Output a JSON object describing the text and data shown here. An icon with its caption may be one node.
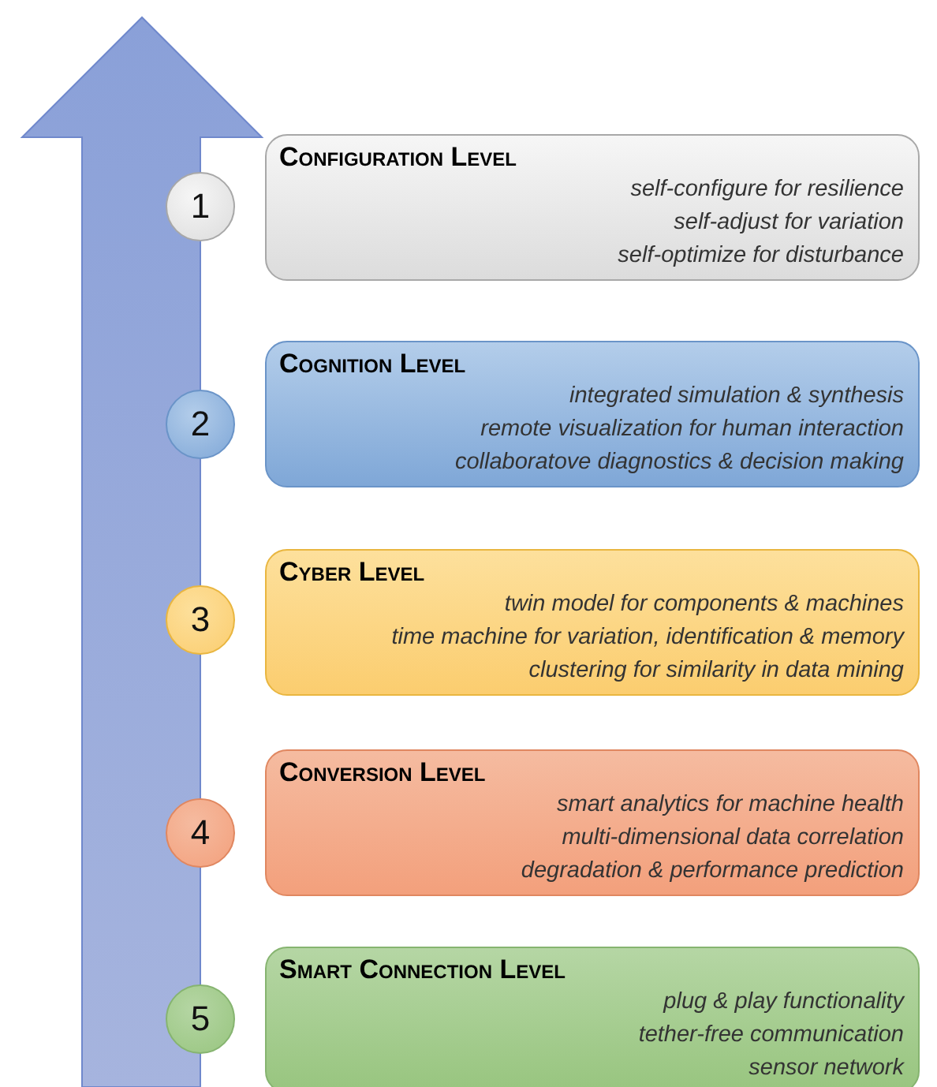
{
  "diagram": {
    "nodes": [
      {
        "text": [
          "1"
        ]
      },
      {
        "text": [
          "Configuration Level",
          "self-configure for resilience",
          "self-adjust for variation",
          "self-optimize for disturbance"
        ]
      },
      {
        "text": [
          "2"
        ]
      },
      {
        "text": [
          "Cognition Level",
          "integrated simulation & synthesis",
          "remote visualization for human interaction",
          "collaboratove diagnostics & decision making"
        ]
      },
      {
        "text": [
          "3"
        ]
      },
      {
        "text": [
          "Cyber Level",
          "twin model for components & machines",
          "time machine for variation, identification & memory",
          "clustering for similarity in data mining"
        ]
      },
      {
        "text": [
          "4"
        ]
      },
      {
        "text": [
          "Conversion Level",
          "smart analytics for machine health",
          "multi-dimensional data correlation",
          "degradation & performance prediction"
        ]
      },
      {
        "text": [
          "5"
        ]
      },
      {
        "text": [
          "Smart Connection Level",
          "plug & play functionality",
          "tether-free communication",
          "sensor network"
        ]
      }
    ],
    "edges": []
  }
}
